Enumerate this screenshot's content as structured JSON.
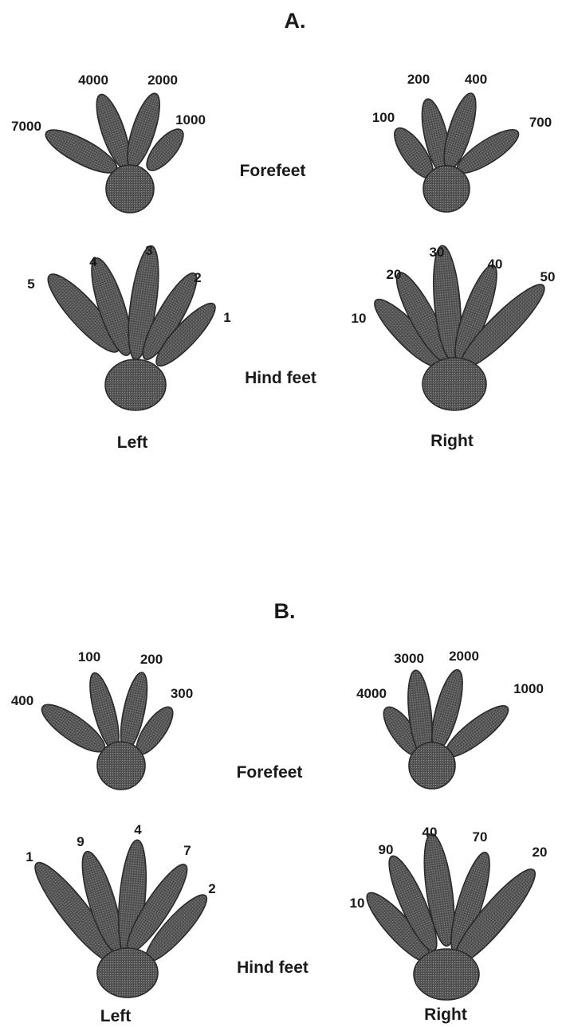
{
  "sections": [
    {
      "title": "A.",
      "forefeet_label": "Forefeet",
      "hindfeet_label": "Hind feet",
      "left_label": "Left",
      "right_label": "Right",
      "feet": {
        "left_fore": [
          "7000",
          "4000",
          "2000",
          "1000"
        ],
        "right_fore": [
          "100",
          "200",
          "400",
          "700"
        ],
        "left_hind": [
          "5",
          "4",
          "3",
          "2",
          "1"
        ],
        "right_hind": [
          "10",
          "20",
          "30",
          "40",
          "50"
        ]
      }
    },
    {
      "title": "B.",
      "forefeet_label": "Forefeet",
      "hindfeet_label": "Hind feet",
      "left_label": "Left",
      "right_label": "Right",
      "feet": {
        "left_fore": [
          "400",
          "100",
          "200",
          "300"
        ],
        "right_fore": [
          "4000",
          "3000",
          "2000",
          "1000"
        ],
        "left_hind": [
          "1",
          "9",
          "4",
          "7",
          "2"
        ],
        "right_hind": [
          "10",
          "90",
          "40",
          "70",
          "20"
        ]
      }
    }
  ],
  "colors": {
    "foot_fill": "#5a5a5a",
    "outline": "#2a2a2a",
    "text": "#1a1a1a"
  }
}
